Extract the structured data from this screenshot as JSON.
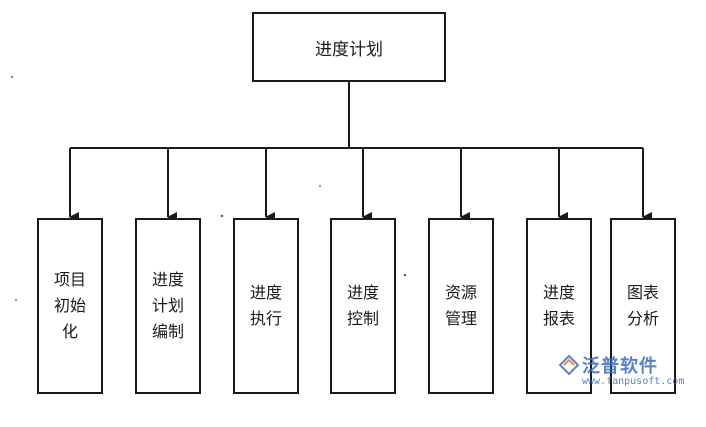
{
  "diagram": {
    "root": {
      "label": "进度计划"
    },
    "children": [
      {
        "label": "项目初始化"
      },
      {
        "label": "进度计划编制"
      },
      {
        "label": "进度执行"
      },
      {
        "label": "进度控制"
      },
      {
        "label": "资源管理"
      },
      {
        "label": "进度报表"
      },
      {
        "label": "图表分析"
      }
    ]
  },
  "watermark": {
    "name": "泛普软件",
    "url": "www.fanpusoft.com"
  },
  "colors": {
    "line": "#1a1a1a",
    "watermark": "#3b6fb6"
  }
}
